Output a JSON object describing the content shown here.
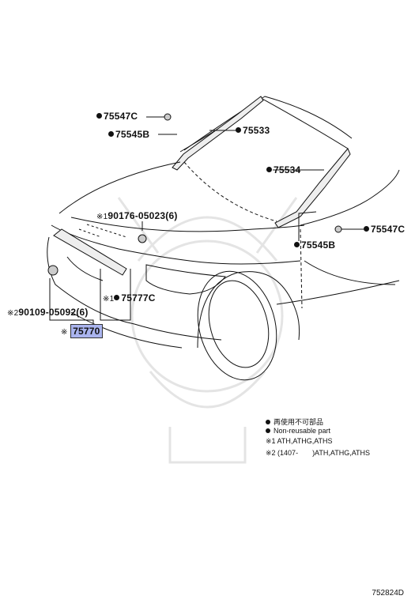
{
  "callouts": {
    "p75547c_top": "75547C",
    "p75545b_top": "75545B",
    "p75533": "75533",
    "p75534": "75534",
    "p75547c_right": "75547C",
    "p75545b_right": "75545B",
    "p90176": "90176-05023(6)",
    "p75777c": "75777C",
    "p90109": "90109-05092(6)",
    "p75770": "75770"
  },
  "marks": {
    "note1": "※1",
    "note2": "※2",
    "plain": "※"
  },
  "legend": {
    "nonreusable_jp": "再使用不可部品",
    "nonreusable_en": "Non-reusable part",
    "note1": "※1 ATH,ATHG,ATHS",
    "note2": "※2 (1407-　　)ATH,ATHG,ATHS"
  },
  "diagram_code": "752824D",
  "colors": {
    "highlight": "#aab4ee",
    "line": "#111111"
  }
}
